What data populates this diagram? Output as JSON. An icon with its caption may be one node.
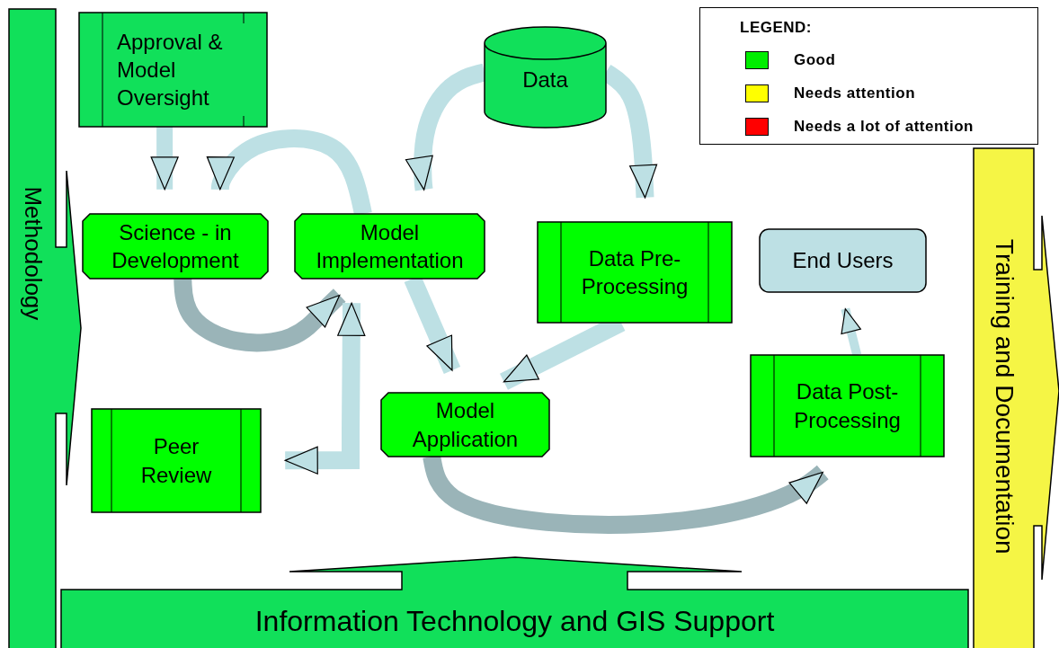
{
  "diagram": {
    "nodes": [
      {
        "text": [
          "Methodology"
        ]
      },
      {
        "text": [
          "Approval & Model Oversight"
        ]
      },
      {
        "text": [
          "Data"
        ]
      },
      {
        "text": [
          "Science - in Development"
        ]
      },
      {
        "text": [
          "Model Implementation"
        ]
      },
      {
        "text": [
          "Data Pre-Processing"
        ]
      },
      {
        "text": [
          "End Users"
        ]
      },
      {
        "text": [
          "Model Application"
        ]
      },
      {
        "text": [
          "Peer Review"
        ]
      },
      {
        "text": [
          "Data Post-Processing"
        ]
      },
      {
        "text": [
          "Information Technology and GIS Support"
        ]
      },
      {
        "text": [
          "Training and Documentation"
        ]
      }
    ],
    "edges": [
      {
        "from": 1,
        "to": 3,
        "arrow": "to"
      },
      {
        "from": 4,
        "to": 3,
        "arrow": "to"
      },
      {
        "from": 3,
        "to": 4,
        "arrow": "to"
      },
      {
        "from": 2,
        "to": 4,
        "arrow": "to"
      },
      {
        "from": 2,
        "to": 5,
        "arrow": "to"
      },
      {
        "from": 4,
        "to": 7,
        "arrow": "to"
      },
      {
        "from": 5,
        "to": 7,
        "arrow": "to"
      },
      {
        "from": 7,
        "to": 9,
        "arrow": "to"
      },
      {
        "from": 8,
        "to": 4,
        "arrow": "both"
      },
      {
        "from": 9,
        "to": 6,
        "arrow": "to"
      }
    ],
    "labels": [
      "LEGEND:"
    ],
    "legend": [
      {
        "text": "Good",
        "color": "#00ee00"
      },
      {
        "text": "Needs attention",
        "color": "#ffff00"
      },
      {
        "text": "Needs a lot of attention",
        "color": "#ff0000"
      }
    ]
  }
}
